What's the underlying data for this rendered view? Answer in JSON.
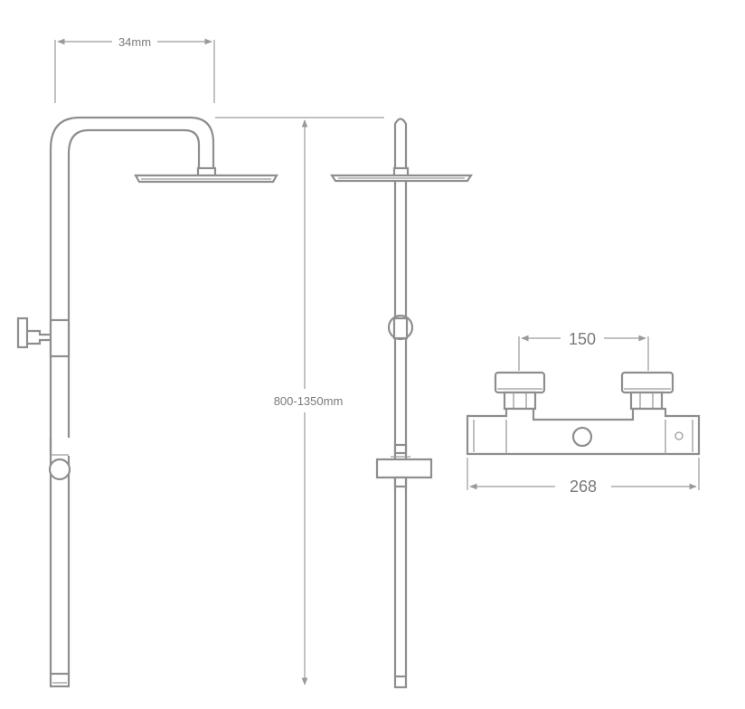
{
  "dimensions": {
    "arm_projection": "34mm",
    "height_range": "800-1350mm",
    "valve_centres": "150",
    "valve_width": "268"
  },
  "colors": {
    "line": "#8e8e8e",
    "text": "#7a7a7a",
    "background": "#ffffff"
  }
}
